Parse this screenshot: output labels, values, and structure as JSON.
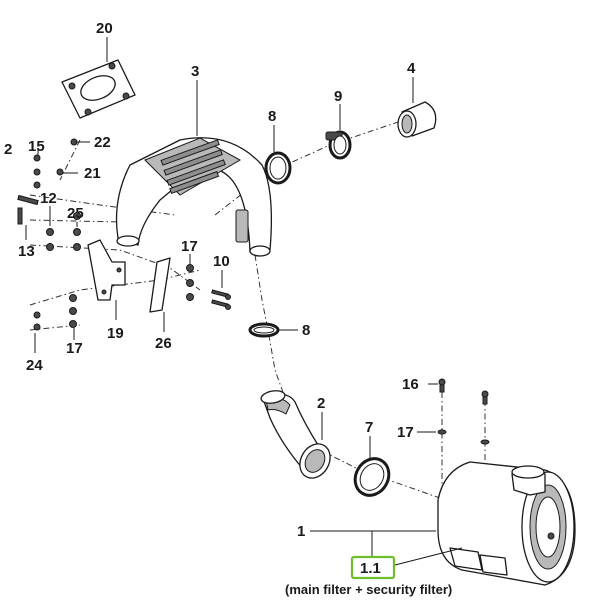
{
  "callouts": {
    "c20": "20",
    "c3": "3",
    "c8a": "8",
    "c9": "9",
    "c4": "4",
    "c15": "15",
    "c22": "22",
    "c21": "21",
    "c2partial": "2",
    "c12": "12",
    "c25": "25",
    "c13": "13",
    "c17a": "17",
    "c10": "10",
    "c19": "19",
    "c26": "26",
    "c17b": "17",
    "c24": "24",
    "c8b": "8",
    "c16": "16",
    "c2": "2",
    "c7": "7",
    "c17c": "17",
    "c1": "1",
    "c11": "1.1"
  },
  "caption": "(main filter + security filter)",
  "colors": {
    "highlight": "#6cbf2a",
    "line": "#1a1a1a",
    "shade": "#b9b9b9"
  }
}
